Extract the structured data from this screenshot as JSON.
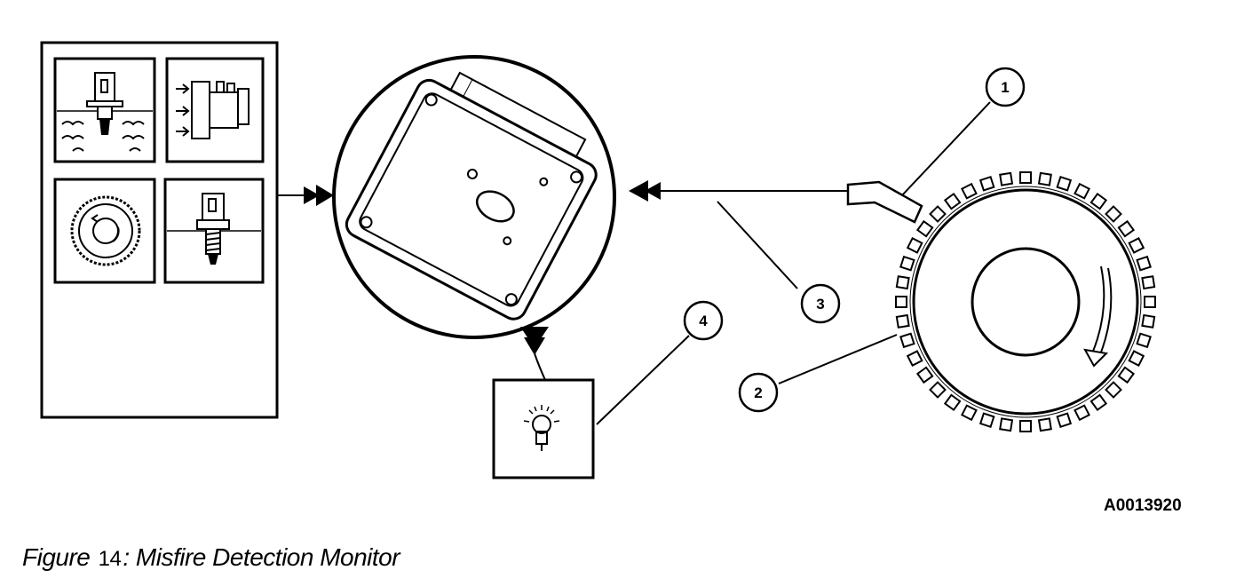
{
  "figure": {
    "label": "Figure",
    "number": "14",
    "separator": ":",
    "title": "Misfire Detection Monitor"
  },
  "drawing_code": "A0013920",
  "callouts": [
    "1",
    "2",
    "3",
    "4"
  ],
  "icons": {
    "sensor_panel": [
      "immersion-sensor-icon",
      "airflow-sensor-icon",
      "rotation-sensor-icon",
      "threaded-sensor-icon"
    ],
    "module": "control-module-icon",
    "lamp": "indicator-lamp-icon",
    "wheel": "toothed-wheel-icon",
    "pickup": "crank-sensor-icon"
  }
}
